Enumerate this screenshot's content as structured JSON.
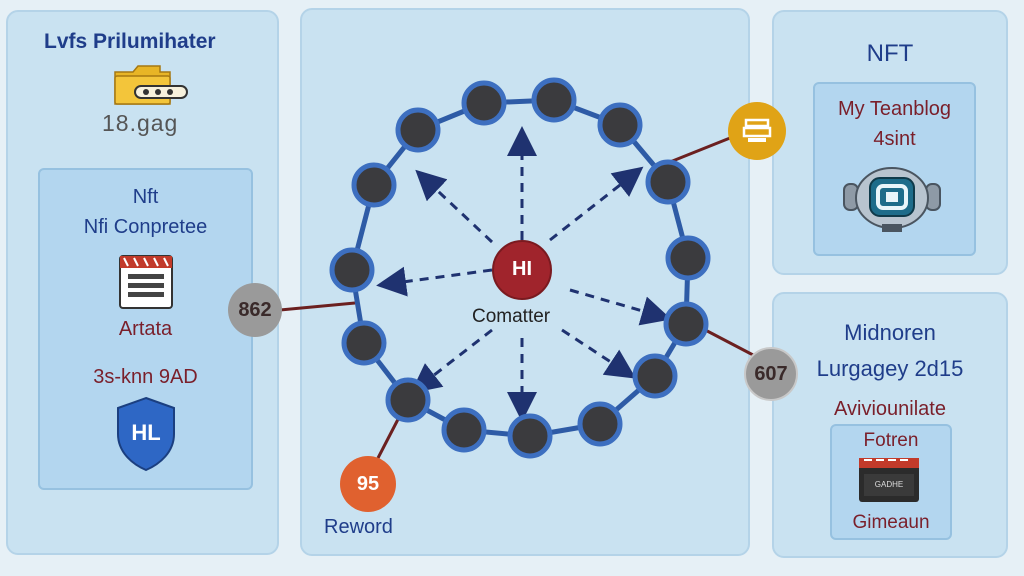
{
  "left_panel": {
    "title": "Lvfs Prilumihater",
    "folder_value": "18.gag",
    "inner": {
      "line1": "Nft",
      "line2": "Nfi Conpretee",
      "label": "Artata",
      "label2": "3s-knn 9AD",
      "shield_text": "HL"
    }
  },
  "center": {
    "hub_label": "HI",
    "hub_caption": "Comatter",
    "reward_value": "95",
    "reward_label": "Reword"
  },
  "side_badges": {
    "left_value": "862",
    "right_value": "607"
  },
  "right_top_panel": {
    "title": "NFT",
    "inner_line1": "My Teanblog",
    "inner_line2": "4sint"
  },
  "right_bottom_panel": {
    "line1": "Midnoren",
    "line2": "Lurgagey 2d15",
    "line3": "Aviviounilate",
    "inner_title": "Fotren",
    "card_text": "GADHE",
    "inner_footer": "Gimeaun"
  },
  "colors": {
    "ring": "#2e5ba6",
    "node_fill": "#3b3b3e",
    "node_border": "#3d6fc0",
    "hub": "#a0242c",
    "gold": "#e0a316",
    "orange": "#e0612f",
    "grey": "#9a9a9a",
    "connector": "#6b2020"
  }
}
